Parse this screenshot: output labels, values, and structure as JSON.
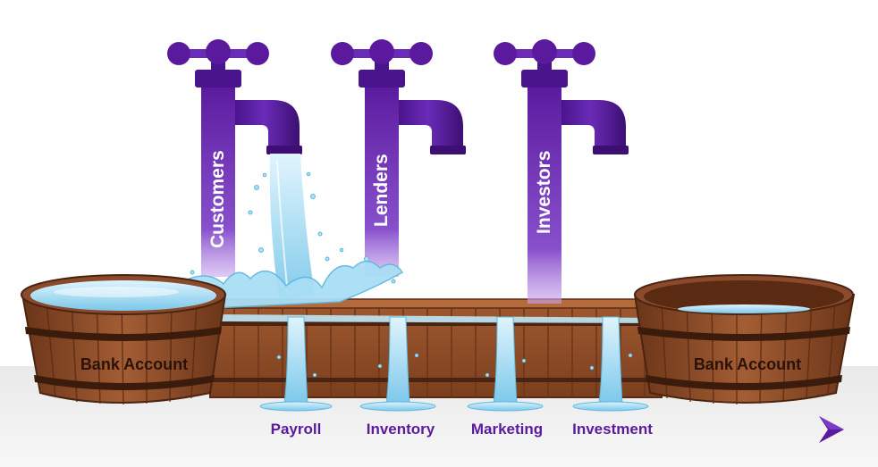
{
  "taps": [
    {
      "label": "Customers",
      "flowing": true
    },
    {
      "label": "Lenders",
      "flowing": false
    },
    {
      "label": "Investors",
      "flowing": false
    }
  ],
  "tubs": [
    {
      "label": "Bank Account",
      "fill": "full"
    },
    {
      "label": "Bank Account",
      "fill": "low"
    }
  ],
  "outflows": [
    {
      "label": "Payroll"
    },
    {
      "label": "Inventory"
    },
    {
      "label": "Marketing"
    },
    {
      "label": "Investment"
    }
  ],
  "logo": {
    "icon": "brand-arrow-logo"
  },
  "colors": {
    "purple": "#5b1a9e",
    "purple_dark": "#3d0f73",
    "water": "#a9def5",
    "water_dark": "#5fb8e0",
    "wood": "#8b4a2b",
    "wood_dark": "#5a2a12",
    "floor": "#e6e6e6"
  }
}
